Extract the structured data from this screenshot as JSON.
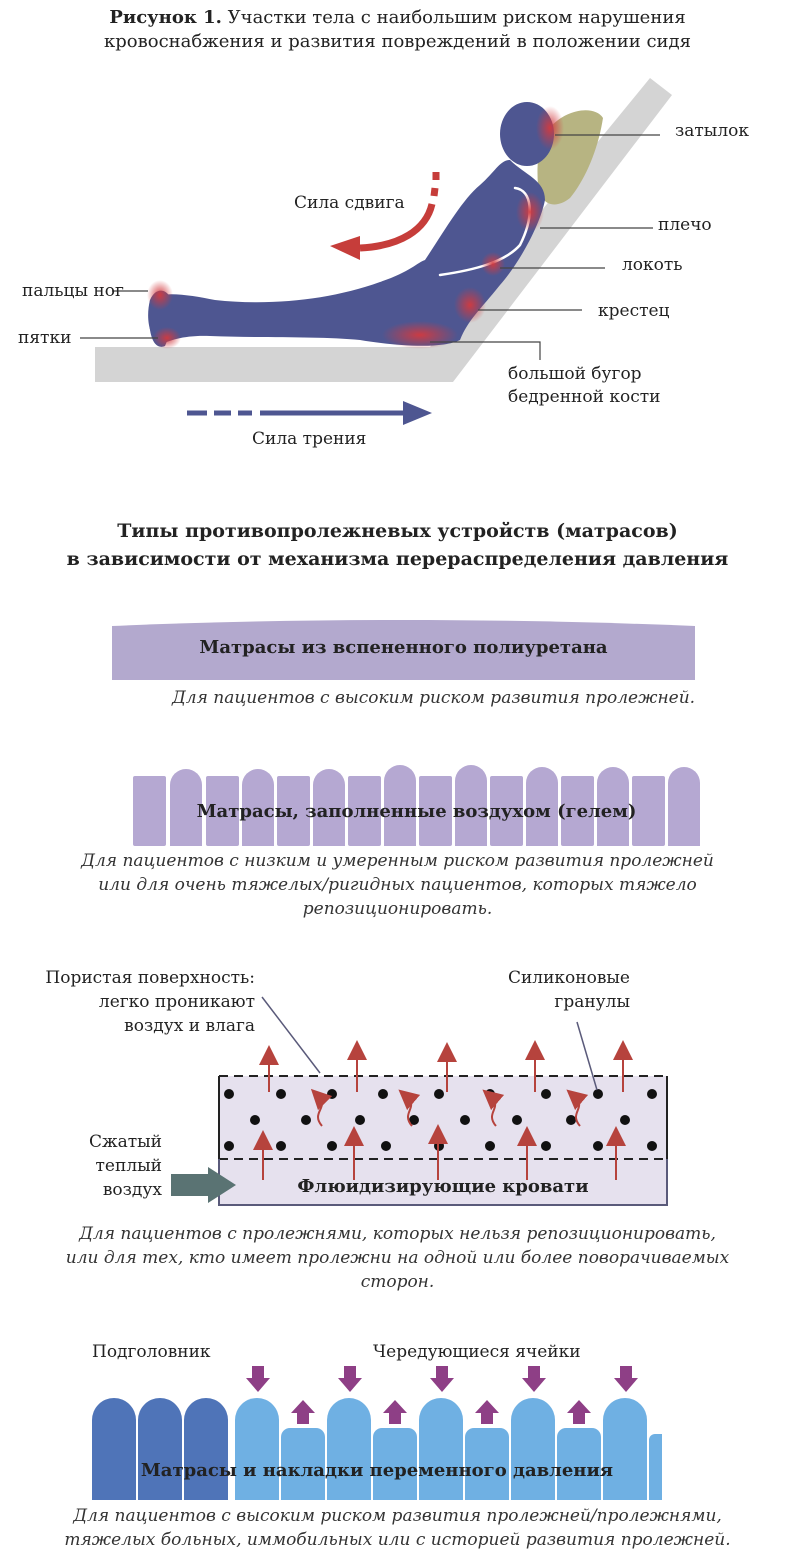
{
  "figure1": {
    "caption_bold": "Рисунок 1.",
    "caption_rest_line1": "Участки тела с наибольшим риском нарушения",
    "caption_line2": "кровоснабжения и развития повреждений в положении сидя",
    "labels": {
      "shear": "Сила сдвига",
      "friction": "Сила трения",
      "occiput": "затылок",
      "shoulder": "плечо",
      "elbow": "локоть",
      "sacrum": "крестец",
      "trochanter_line1": "большой бугор",
      "trochanter_line2": "бедренной кости",
      "toes": "пальцы ног",
      "heels": "пятки"
    }
  },
  "section": {
    "title_line1": "Типы противопролежневых устройств (матрасов)",
    "title_line2": "в зависимости от механизма перераспределения давления"
  },
  "foam": {
    "label": "Матрасы из вспененного полиуретана",
    "desc_line1": "Для пациентов с высоким риском развития пролежней."
  },
  "air": {
    "label": "Матрасы, заполненные воздухом (гелем)",
    "desc_line1": "Для пациентов с низким и умеренным риском развития пролежней",
    "desc_line2": "или для очень тяжелых/ригидных пациентов, которых тяжело",
    "desc_line3": "репозиционировать."
  },
  "fluid": {
    "label": "Флюидизирующие кровати",
    "porous_line1": "Пористая поверхность:",
    "porous_line2": "легко проникают",
    "porous_line3": "воздух и влага",
    "silicone_line1": "Силиконовые",
    "silicone_line2": "гранулы",
    "air_line1": "Сжатый",
    "air_line2": "теплый",
    "air_line3": "воздух",
    "desc_line1": "Для пациентов с пролежнями, которых нельзя репозиционировать,",
    "desc_line2": "или для тех, кто имеет пролежни на одной или более поворачиваемых",
    "desc_line3": "сторон."
  },
  "alternating": {
    "label": "Матрасы и накладки переменного давления",
    "headrest": "Подголовник",
    "cells": "Чередующиеся ячейки",
    "desc_line1": "Для пациентов с высоким риском развития пролежней/пролежнями,",
    "desc_line2": "тяжелых больных, иммобильных или с историей развития пролежней."
  },
  "colors": {
    "body": "#4e5691",
    "redzone": "#c4393f",
    "pillow": "#b7b482",
    "bed": "#d4d4d4",
    "shear_arrow": "#c63d3a",
    "friction_arrow": "#4e5691",
    "foam": "#b3a9ce",
    "air_cells": "#b5a8d2",
    "fluid_bg": "#e6e1ee",
    "alt_dark": "#4f74b8",
    "alt_light": "#6fb0e3",
    "alt_arrow": "#8e3f86"
  }
}
